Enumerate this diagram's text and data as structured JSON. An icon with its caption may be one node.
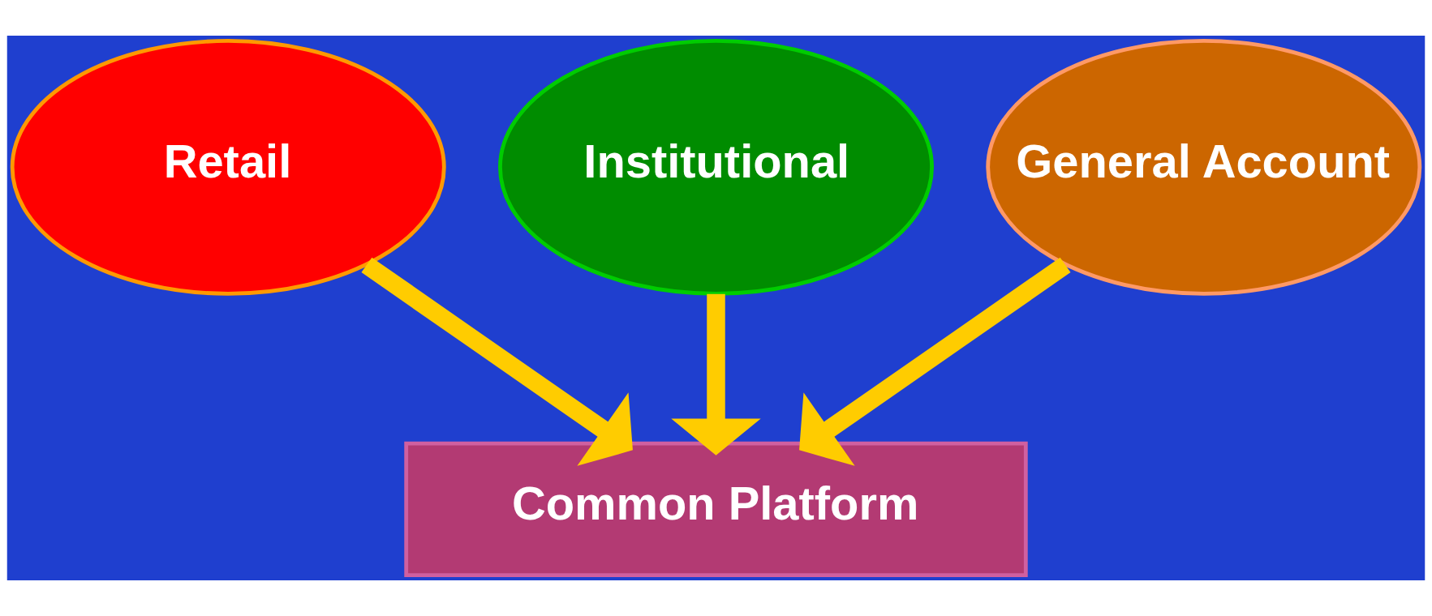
{
  "diagram": {
    "nodes": [
      {
        "text": [
          "Retail"
        ]
      },
      {
        "text": [
          "Institutional"
        ]
      },
      {
        "text": [
          "General Account"
        ]
      },
      {
        "text": [
          "Common Platform"
        ]
      }
    ],
    "edges": [
      {
        "from": 0,
        "to": 3,
        "arrow": "to"
      },
      {
        "from": 1,
        "to": 3,
        "arrow": "to"
      },
      {
        "from": 2,
        "to": 3,
        "arrow": "to"
      }
    ]
  }
}
